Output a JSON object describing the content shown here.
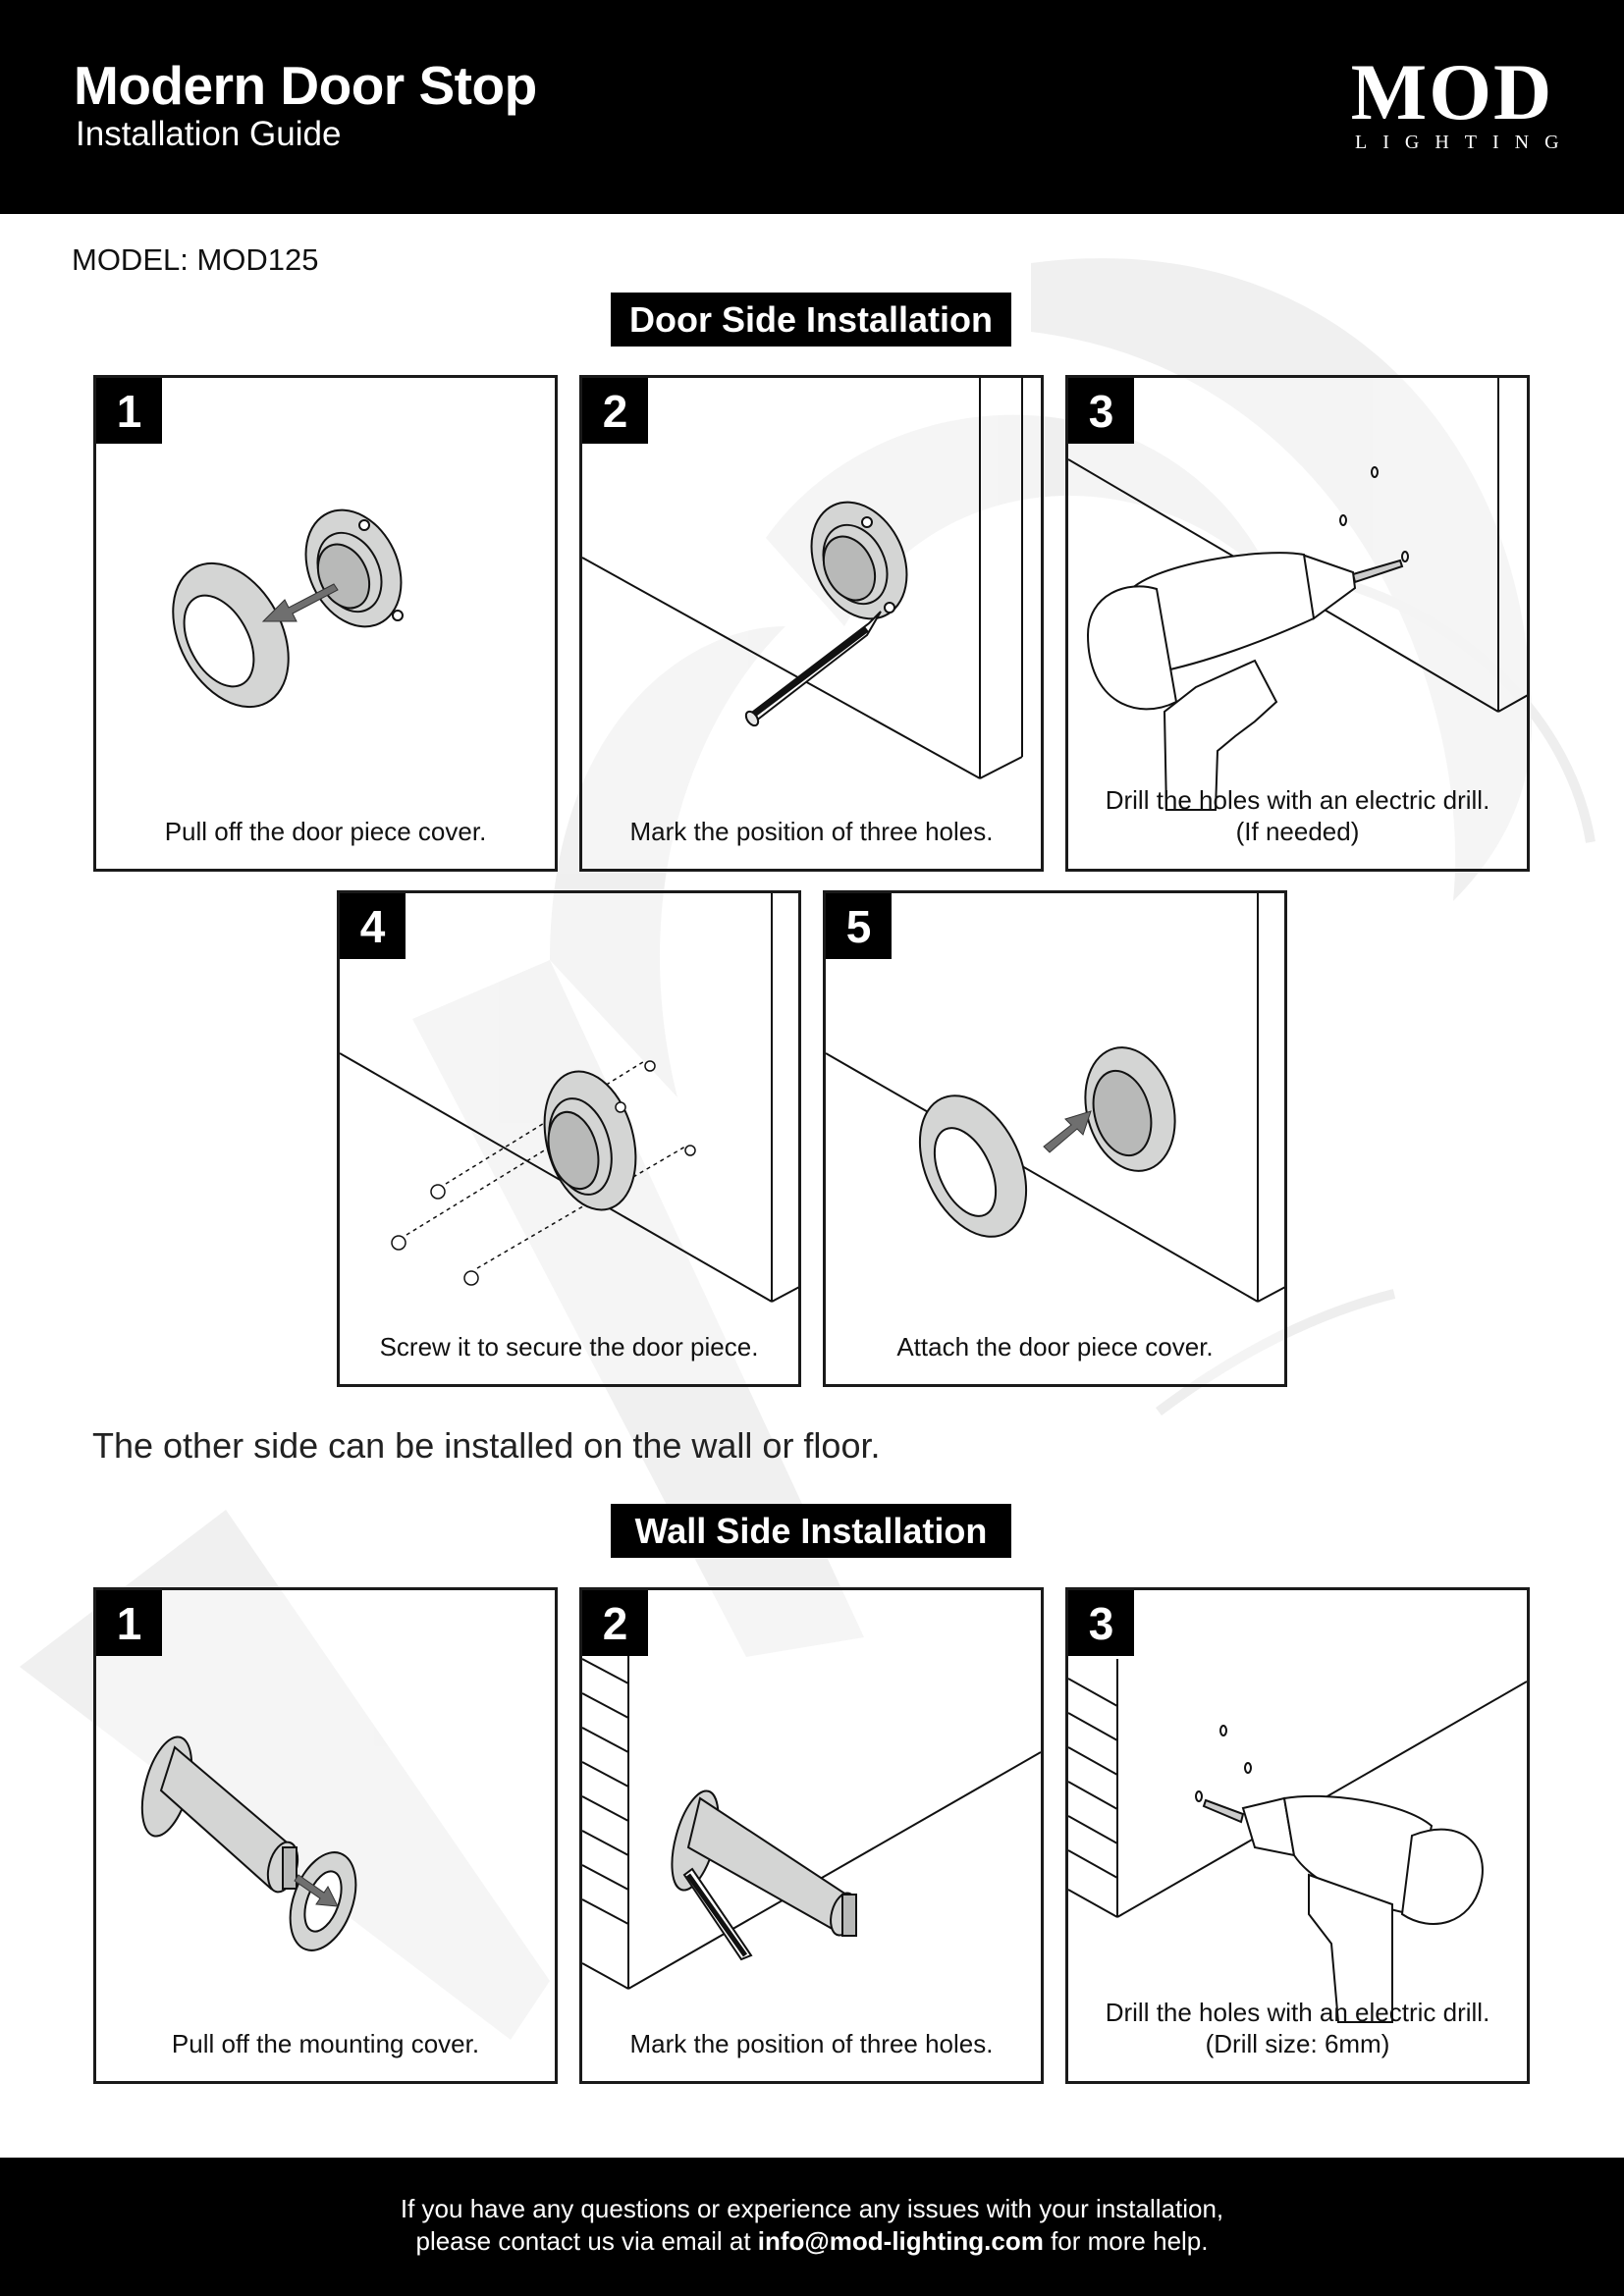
{
  "header": {
    "title": "Modern Door Stop",
    "subtitle": "Installation Guide",
    "logo_main": "MOD",
    "logo_sub": "LIGHTING"
  },
  "model_label": "MODEL: MOD125",
  "door_section": {
    "title": "Door Side Installation",
    "steps": [
      {
        "number": "1",
        "caption": "Pull off the door piece cover.",
        "illustration": "cover-removal-icon"
      },
      {
        "number": "2",
        "caption": "Mark the position of three holes.",
        "illustration": "pencil-marking-icon"
      },
      {
        "number": "3",
        "caption": "Drill the holes with an electric drill.",
        "caption2": "(If needed)",
        "illustration": "electric-drill-icon"
      },
      {
        "number": "4",
        "caption": "Screw it to secure the door piece.",
        "illustration": "screws-icon"
      },
      {
        "number": "5",
        "caption": "Attach the door piece cover.",
        "illustration": "cover-attach-icon"
      }
    ]
  },
  "note": "The other side can be installed on the wall or floor.",
  "wall_section": {
    "title": "Wall Side Installation",
    "steps": [
      {
        "number": "1",
        "caption": "Pull off the mounting cover.",
        "illustration": "mounting-cover-removal-icon"
      },
      {
        "number": "2",
        "caption": "Mark the position of three holes.",
        "illustration": "pencil-marking-icon"
      },
      {
        "number": "3",
        "caption": "Drill the holes with an electric drill.",
        "caption2": "(Drill size: 6mm)",
        "illustration": "electric-drill-icon"
      }
    ]
  },
  "footer": {
    "line1": "If you have any questions or experience any issues with your installation,",
    "line2_prefix": "please contact us via email at ",
    "email": "info@mod-lighting.com",
    "line2_suffix": " for more help."
  },
  "colors": {
    "background": "#ffffff",
    "band": "#000000",
    "part_fill": "#d4d5d4",
    "part_dark": "#a9aaa9",
    "watermark": "#efefef"
  }
}
